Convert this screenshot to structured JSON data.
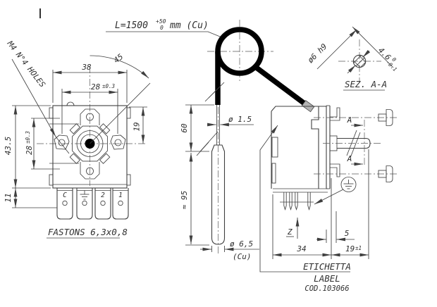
{
  "page": {
    "background": "#ffffff",
    "line_color": "#3f3f3f",
    "tube_color": "#000000"
  },
  "capillary_note": {
    "prefix": "L=1500",
    "tol_upper": "+50",
    "tol_lower": "0",
    "suffix": "mm (Cu)"
  },
  "front_view": {
    "holes_note": "M4 N°4 HOLES",
    "angle": "45",
    "width_outer": "38",
    "hole_pitch_h": "28",
    "hole_pitch_h_tol": "±0.3",
    "shaft_offset": "19",
    "height": "43.5",
    "hole_pitch_v": "28",
    "hole_pitch_v_tol": "±0.3",
    "terminal_height": "11",
    "terminals": {
      "t1": "C",
      "t3": "2",
      "t4": "1"
    },
    "ground_icon": "earth-ground-icon",
    "fastons_note": "FASTONS 6,3x0,8"
  },
  "probe": {
    "free_length": "60",
    "capillary_dia": "ø 1.5",
    "bulb_length": "≈ 95",
    "bulb_dia": "ø 6,5",
    "bulb_material": "(Cu)"
  },
  "side_view": {
    "section_letter_top": "A",
    "section_letter_bottom": "A",
    "axis_label": "Z",
    "flange_offset": "5",
    "body_depth": "34",
    "shaft_length": "19",
    "shaft_length_tol": "±1",
    "ground_icon": "earth-ground-icon",
    "label_callout": {
      "line1": "ETICHETTA",
      "line2": "LABEL",
      "line3": "COD.103066"
    }
  },
  "section_aa": {
    "title": "SEZ. A-A",
    "shaft_dia": "ø6 h9",
    "flat_width": "4.6",
    "flat_tol_upper": "0",
    "flat_tol_lower": "-0.1"
  }
}
